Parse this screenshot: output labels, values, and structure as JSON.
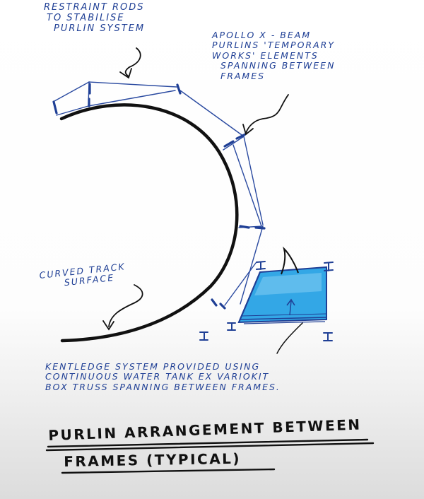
{
  "notes": {
    "restraint_rods": [
      "RESTRAINT RODS",
      "TO STABILISE",
      "PURLIN SYSTEM"
    ],
    "apollo_purlins": [
      "APOLLO X - BEAM",
      "PURLINS 'TEMPORARY",
      "WORKS' ELEMENTS",
      "SPANNING BETWEEN",
      "FRAMES"
    ],
    "curved_track": [
      "CURVED TRACK",
      "SURFACE"
    ],
    "kentledge": [
      "KENTLEDGE SYSTEM PROVIDED USING",
      "CONTINUOUS WATER TANK EX VARIOKIT",
      "BOX TRUSS SPANNING BETWEEN FRAMES."
    ]
  },
  "title": {
    "line1": "PURLIN ARRANGEMENT BETWEEN",
    "line2": "FRAMES (TYPICAL)"
  },
  "colors": {
    "ink_blue": "#1f3f95",
    "ink_black": "#111111",
    "water_fill": "#33a7e6",
    "water_light": "#7dcaf2"
  }
}
